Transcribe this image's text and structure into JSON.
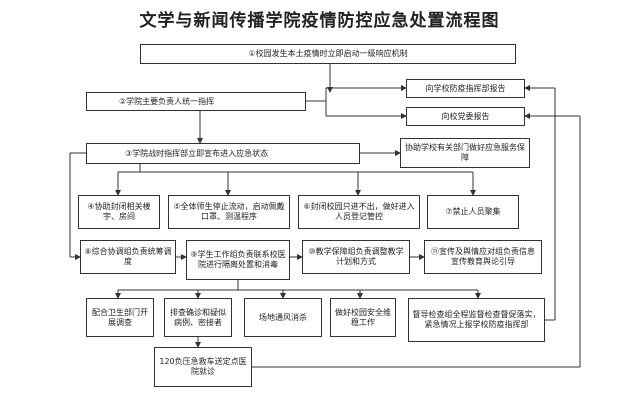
{
  "title": "文学与新闻传播学院疫情防控应急处置流程图",
  "nodes": {
    "n1": "①校园发生本土疫情时立即启动一级响应机制",
    "n2": "②学院主要负责人统一指挥",
    "n3": "③学院战时指挥部立即宣布进入应急状态",
    "r1": "向学校防疫指挥部报告",
    "r2": "向校党委报告",
    "r3": "协助学校有关部门做好应急服务保障",
    "s4": "④协助封闭相关楼宇、房间",
    "s5": "⑤全体师生停止流动，启动佩戴口罩、测温程序",
    "s6": "⑥封闭校园只进不出，做好进入人员登记管控",
    "s7": "⑦禁止人员聚集",
    "g8": "⑧综合协调组负责统筹调度",
    "g9": "⑨学生工作组负责联系校医院进行隔离处置和消毒",
    "g10": "⑩教学保障组负责调整教学计划和方式",
    "g11": "⑪宣传及舆情应对组负责信息宣传教育舆论引导",
    "b1": "配合卫生部门开展调查",
    "b2": "排查确诊和疑似病例、密接者",
    "b3": "场地通风消杀",
    "b4": "做好校园安全维稳工作",
    "b5": "督导检查组全程监督检查督促落实，紧急情况上报学校防疫指挥部",
    "e1": "120负压急救车送定点医院就诊"
  }
}
